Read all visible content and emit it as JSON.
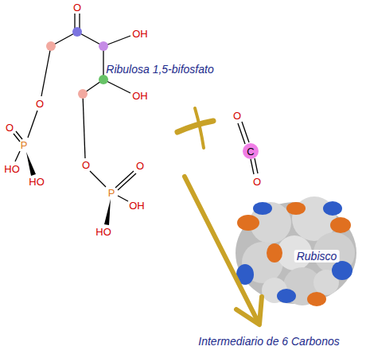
{
  "diagram": {
    "labels": [
      "O",
      "OH",
      "Ribulosa 1,5-bifosfato",
      "OH",
      "O",
      "O",
      "O",
      "P",
      "C",
      "O",
      "O",
      "HO",
      "HO",
      "O",
      "P",
      "OH",
      "HO",
      "Rubisco",
      "Intermediario de 6 Carbonos"
    ]
  }
}
